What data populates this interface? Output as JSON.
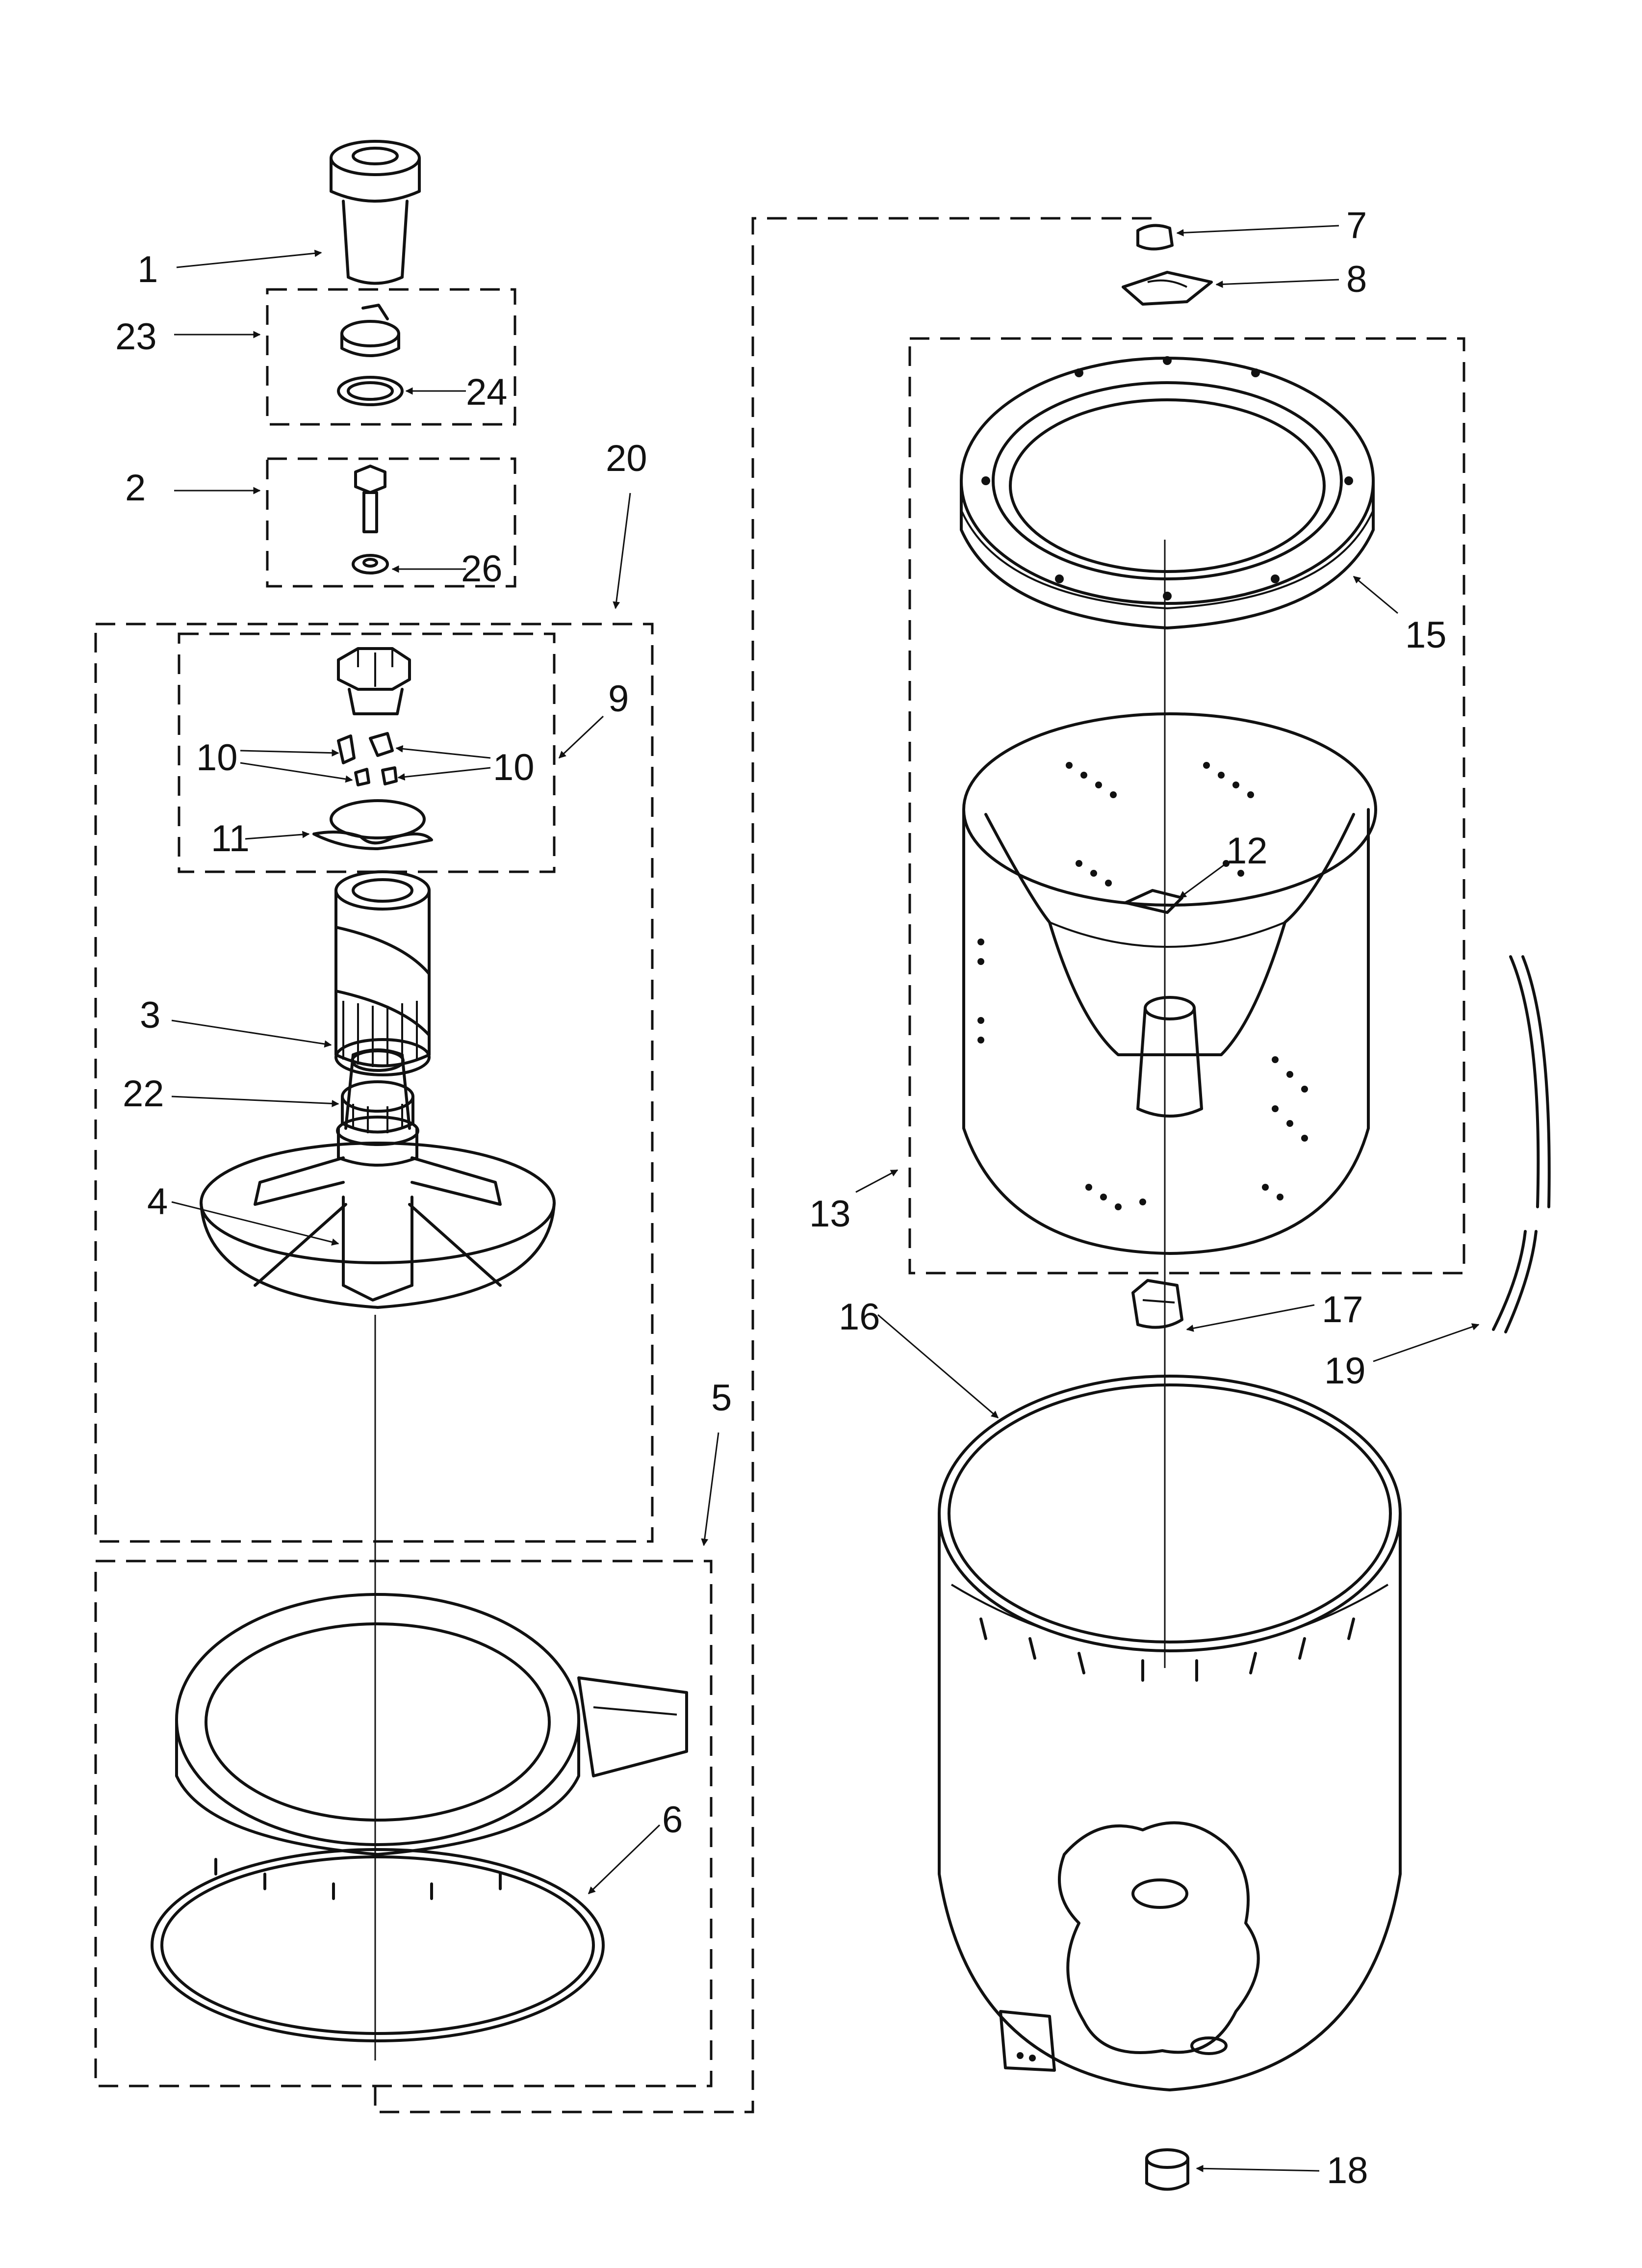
{
  "labels": {
    "l1": "1",
    "l2": "2",
    "l3": "3",
    "l4": "4",
    "l5": "5",
    "l6": "6",
    "l7": "7",
    "l8": "8",
    "l9": "9",
    "l10a": "10",
    "l10b": "10",
    "l11": "11",
    "l12": "12",
    "l13": "13",
    "l15": "15",
    "l16": "16",
    "l17": "17",
    "l18": "18",
    "l19": "19",
    "l20": "20",
    "l22": "22",
    "l23": "23",
    "l24": "24",
    "l26": "26"
  },
  "colors": {
    "ink": "#111111",
    "paper": "#ffffff"
  }
}
